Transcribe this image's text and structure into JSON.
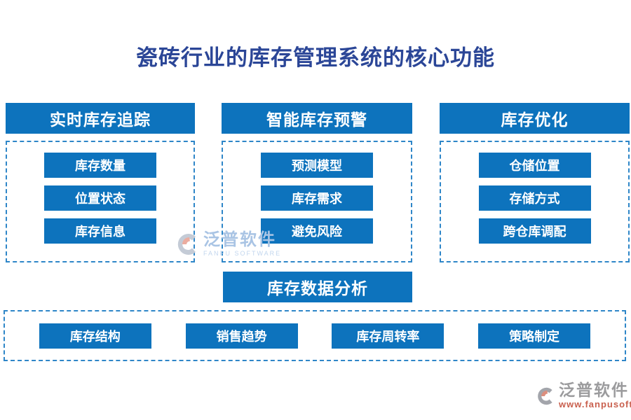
{
  "page": {
    "title": "瓷砖行业的库存管理系统的核心功能"
  },
  "colors": {
    "node_blue": "#0D73BD",
    "title_navy": "#2B4697",
    "dashed_border_blue": "#2E86C8",
    "watermark_light_blue": "#A9C4E4",
    "watermark_gray": "#9B9B9D",
    "watermark_salmon": "#C9604E"
  },
  "sections": [
    {
      "header": "实时库存追踪",
      "items": [
        "库存数量",
        "位置状态",
        "库存信息"
      ]
    },
    {
      "header": "智能库存预警",
      "items": [
        "预测模型",
        "库存需求",
        "避免风险"
      ]
    },
    {
      "header": "库存优化",
      "items": [
        "仓储位置",
        "存储方式",
        "跨仓库调配"
      ]
    }
  ],
  "analysis": {
    "header": "库存数据分析",
    "items": [
      "库存结构",
      "销售趋势",
      "库存周转率",
      "策略制定"
    ]
  },
  "watermark_center": {
    "brand": "泛普软件",
    "subtitle": "FANPU SOFTWARE",
    "icon": "fanpu-logo-icon"
  },
  "watermark_corner": {
    "brand": "泛普软件",
    "url": "www.fanpusoft.com",
    "icon": "fanpu-logo-icon"
  }
}
